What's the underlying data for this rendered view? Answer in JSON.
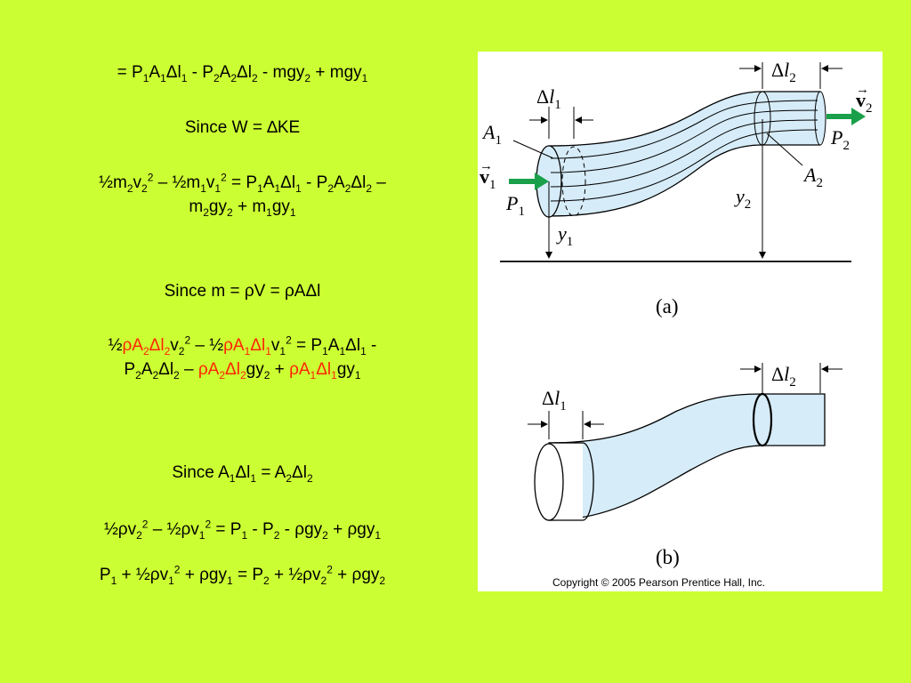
{
  "equations": [
    {
      "id": "eq-work-expansion",
      "html": "= P<sub>1</sub>A<sub>1</sub>Δl<sub>1</sub> - P<sub>2</sub>A<sub>2</sub>Δl<sub>2</sub> - mgy<sub>2</sub> + mgy<sub>1</sub>"
    },
    {
      "id": "eq-since-w",
      "html": "Since W = ∆KE"
    },
    {
      "id": "eq-kinetic-energy",
      "html": "½m<sub>2</sub>v<sub>2</sub><sup>2</sup> – ½m<sub>1</sub>v<sub>1</sub><sup>2</sup> = P<sub>1</sub>A<sub>1</sub>Δl<sub>1</sub> - P<sub>2</sub>A<sub>2</sub>Δl<sub>2</sub> –<br>m<sub>2</sub>gy<sub>2</sub> + m<sub>1</sub>gy<sub>1</sub>"
    },
    {
      "id": "eq-since-m",
      "html": "Since m = ρV = ρAΔl"
    },
    {
      "id": "eq-substituted",
      "html": "½<span class=\"red\">ρA<sub>2</sub>Δl<sub>2</sub></span>v<sub>2</sub><sup>2</sup> – ½<span class=\"red\">ρA<sub>1</sub>Δl<sub>1</sub></span>v<sub>1</sub><sup>2</sup> = P<sub>1</sub>A<sub>1</sub>Δl<sub>1</sub> -<br>P<sub>2</sub>A<sub>2</sub>Δl<sub>2</sub> – <span class=\"red\">ρA<sub>2</sub>Δl<sub>2</sub></span>gy<sub>2</sub> + <span class=\"red\">ρA<sub>1</sub>Δl<sub>1</sub></span>gy<sub>1</sub>"
    },
    {
      "id": "eq-since-a",
      "html": "Since A<sub>1</sub>Δl<sub>1</sub> = A<sub>2</sub>Δl<sub>2</sub>"
    },
    {
      "id": "eq-simplified",
      "html": "½ρv<sub>2</sub><sup>2</sup> – ½ρv<sub>1</sub><sup>2</sup> = P<sub>1</sub> - P<sub>2</sub> - ρgy<sub>2</sub> + ρgy<sub>1</sub>"
    },
    {
      "id": "eq-bernoulli",
      "html": "P<sub>1</sub> + ½ρv<sub>1</sub><sup>2</sup> + ρgy<sub>1</sub> = P<sub>2</sub> + ½ρv<sub>2</sub><sup>2</sup> + ρgy<sub>2</sub>"
    }
  ],
  "figure": {
    "labels": {
      "delta_l": "Δ",
      "l_letter": "l",
      "A_letter": "A",
      "P_letter": "P",
      "v_letter": "v",
      "vec_arrow": "→",
      "y_letter": "y",
      "sub1": "1",
      "sub2": "2"
    },
    "caption_a": "(a)",
    "caption_b": "(b)",
    "copyright": "Copyright © 2005 Pearson Prentice Hall, Inc."
  },
  "colors": {
    "background": "#ccff33",
    "highlight": "#ff2200",
    "fluid": "#d6ecf8",
    "arrow_green": "#1aa04a"
  }
}
